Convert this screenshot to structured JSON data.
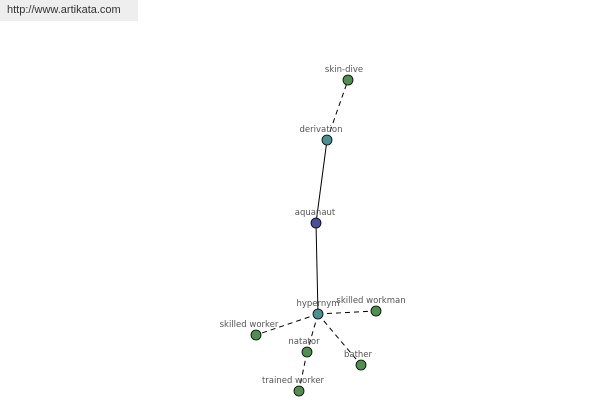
{
  "header": {
    "url": "http://www.artikata.com"
  },
  "colors": {
    "center": "#4a4f9a",
    "relation": "#4a8f93",
    "word": "#4f8f4f"
  },
  "nodes": [
    {
      "id": "aquanaut",
      "label": "aquanaut",
      "kind": "center"
    },
    {
      "id": "derivation",
      "label": "derivation",
      "kind": "relation"
    },
    {
      "id": "skin-dive",
      "label": "skin-dive",
      "kind": "word"
    },
    {
      "id": "hypernym",
      "label": "hypernym",
      "kind": "relation"
    },
    {
      "id": "skilled-workman",
      "label": "skilled workman",
      "kind": "word"
    },
    {
      "id": "skilled-worker",
      "label": "skilled worker",
      "kind": "word"
    },
    {
      "id": "natator",
      "label": "natator",
      "kind": "word"
    },
    {
      "id": "bather",
      "label": "bather",
      "kind": "word"
    },
    {
      "id": "trained-worker",
      "label": "trained worker",
      "kind": "word"
    }
  ],
  "edges": [
    {
      "from": "aquanaut",
      "to": "derivation",
      "style": "solid"
    },
    {
      "from": "derivation",
      "to": "skin-dive",
      "style": "dashed"
    },
    {
      "from": "aquanaut",
      "to": "hypernym",
      "style": "solid"
    },
    {
      "from": "hypernym",
      "to": "skilled-workman",
      "style": "dashed"
    },
    {
      "from": "hypernym",
      "to": "skilled-worker",
      "style": "dashed"
    },
    {
      "from": "hypernym",
      "to": "natator",
      "style": "dashed"
    },
    {
      "from": "hypernym",
      "to": "bather",
      "style": "dashed"
    },
    {
      "from": "natator",
      "to": "trained-worker",
      "style": "dashed"
    }
  ]
}
